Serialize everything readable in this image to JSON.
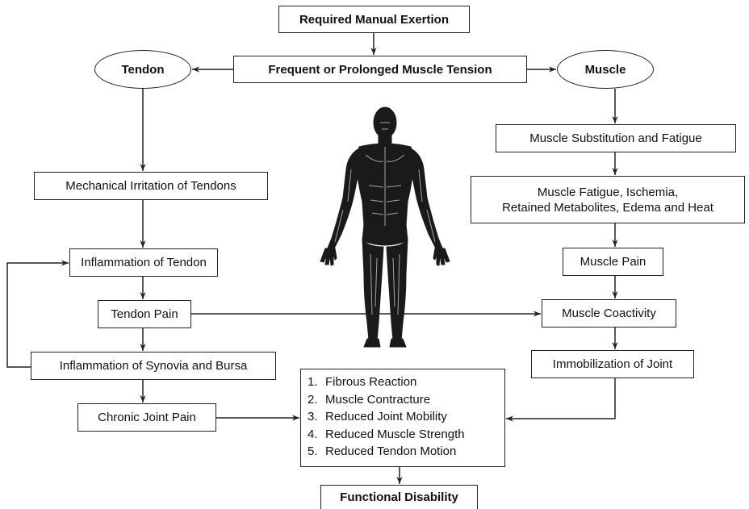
{
  "nodes": {
    "required_exertion": "Required Manual Exertion",
    "muscle_tension": "Frequent or Prolonged Muscle Tension",
    "tendon": "Tendon",
    "muscle": "Muscle",
    "mechanical_irritation": "Mechanical Irritation of Tendons",
    "inflammation_tendon": "Inflammation of Tendon",
    "tendon_pain": "Tendon Pain",
    "inflammation_synovia": "Inflammation of Synovia and Bursa",
    "chronic_joint_pain": "Chronic Joint Pain",
    "muscle_substitution": "Muscle Substitution and Fatigue",
    "muscle_fatigue_line1": "Muscle Fatigue, Ischemia,",
    "muscle_fatigue_line2": "Retained Metabolites, Edema and Heat",
    "muscle_pain": "Muscle Pain",
    "muscle_coactivity": "Muscle Coactivity",
    "immobilization": "Immobilization of Joint",
    "functional_disability": "Functional Disability"
  },
  "outcomes": [
    {
      "num": "1.",
      "text": "Fibrous Reaction"
    },
    {
      "num": "2.",
      "text": "Muscle Contracture"
    },
    {
      "num": "3.",
      "text": "Reduced Joint Mobility"
    },
    {
      "num": "4.",
      "text": "Reduced Muscle Strength"
    },
    {
      "num": "5.",
      "text": "Reduced Tendon Motion"
    }
  ],
  "figure_icon": "human-muscular-anatomy-figure",
  "colors": {
    "line": "#222222",
    "figure_dark": "#1a1a1a",
    "figure_light": "#bdbdbd"
  }
}
